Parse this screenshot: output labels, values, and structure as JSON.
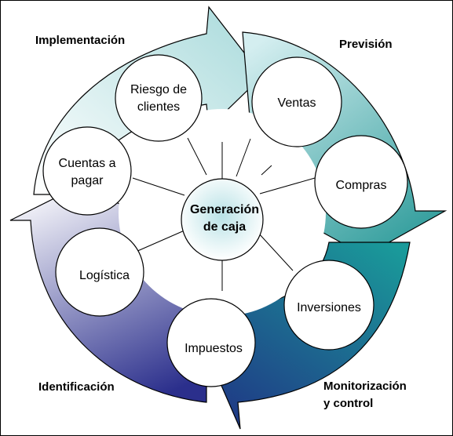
{
  "center": {
    "line1": "Generación",
    "line2": "de caja"
  },
  "stages": {
    "implementacion": "Implementación",
    "prevision": "Previsión",
    "identificacion": "Identificación",
    "monitorizacion_line1": "Monitorización",
    "monitorizacion_line2": "y control"
  },
  "nodes": {
    "riesgo": {
      "line1": "Riesgo de",
      "line2": "clientes"
    },
    "ventas": {
      "line1": "Ventas"
    },
    "compras": {
      "line1": "Compras"
    },
    "inversiones": {
      "line1": "Inversiones"
    },
    "impuestos": {
      "line1": "Impuestos"
    },
    "logistica": {
      "line1": "Logística"
    },
    "cuentas": {
      "line1": "Cuentas a",
      "line2": "pagar"
    }
  },
  "colors": {
    "prevision_light": "#d4eef0",
    "prevision_dark": "#2f9c9b",
    "monitor_light": "#1a9a9a",
    "monitor_dark": "#1f3c86",
    "identificacion_light": "#f2f2f8",
    "identificacion_dark": "#2b2f8c",
    "implementacion_light": "#ffffff",
    "implementacion_dark": "#a8dadb",
    "center_glow": "#b9e2e6"
  }
}
